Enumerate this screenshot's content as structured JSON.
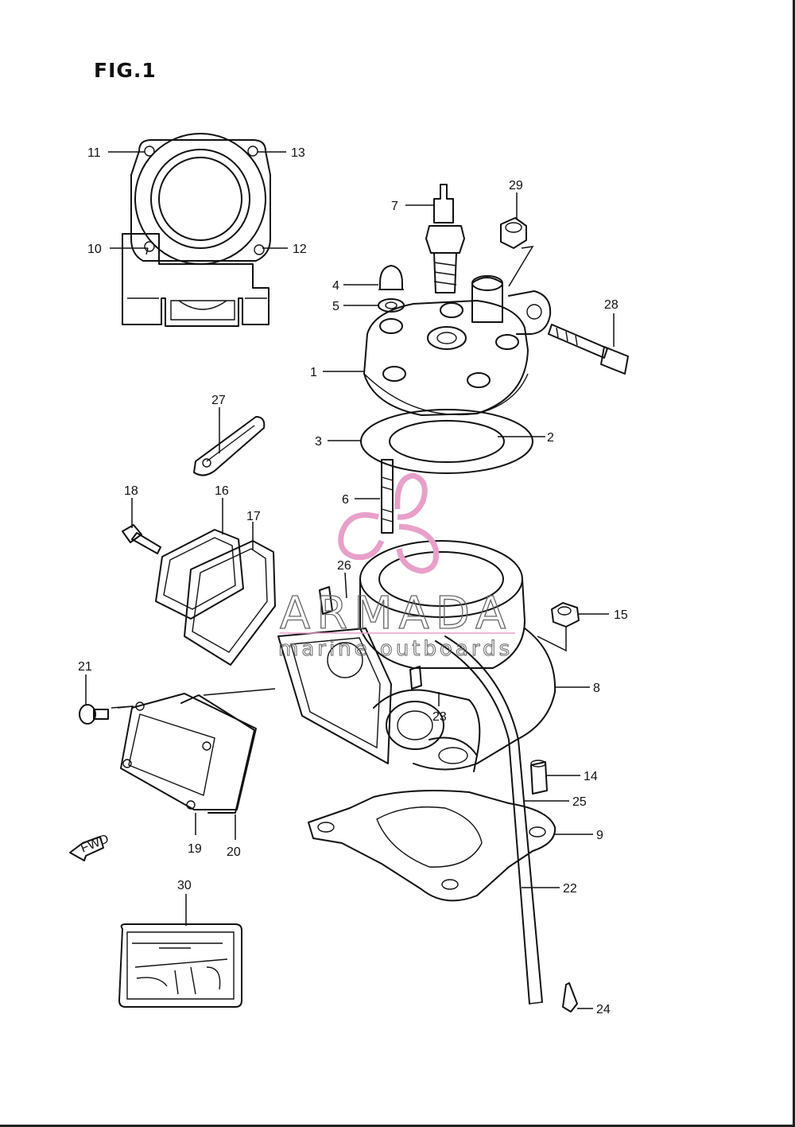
{
  "figure": {
    "title": "FIG.1"
  },
  "callouts": [
    {
      "id": "11",
      "label": "11"
    },
    {
      "id": "13",
      "label": "13"
    },
    {
      "id": "10",
      "label": "10"
    },
    {
      "id": "12",
      "label": "12"
    },
    {
      "id": "7",
      "label": "7"
    },
    {
      "id": "29",
      "label": "29"
    },
    {
      "id": "4",
      "label": "4"
    },
    {
      "id": "5",
      "label": "5"
    },
    {
      "id": "28",
      "label": "28"
    },
    {
      "id": "1",
      "label": "1"
    },
    {
      "id": "27",
      "label": "27"
    },
    {
      "id": "3",
      "label": "3"
    },
    {
      "id": "2",
      "label": "2"
    },
    {
      "id": "6",
      "label": "6"
    },
    {
      "id": "18",
      "label": "18"
    },
    {
      "id": "16",
      "label": "16"
    },
    {
      "id": "17",
      "label": "17"
    },
    {
      "id": "26",
      "label": "26"
    },
    {
      "id": "15",
      "label": "15"
    },
    {
      "id": "8",
      "label": "8"
    },
    {
      "id": "21",
      "label": "21"
    },
    {
      "id": "23",
      "label": "23"
    },
    {
      "id": "14",
      "label": "14"
    },
    {
      "id": "25",
      "label": "25"
    },
    {
      "id": "9",
      "label": "9"
    },
    {
      "id": "19",
      "label": "19"
    },
    {
      "id": "20",
      "label": "20"
    },
    {
      "id": "22",
      "label": "22"
    },
    {
      "id": "30",
      "label": "30"
    },
    {
      "id": "24",
      "label": "24"
    }
  ],
  "fwd_marker": {
    "label": "FWD"
  },
  "watermark": {
    "brand": "ARMADA",
    "tagline": "marine outboards",
    "color": "#e8a0c8"
  }
}
